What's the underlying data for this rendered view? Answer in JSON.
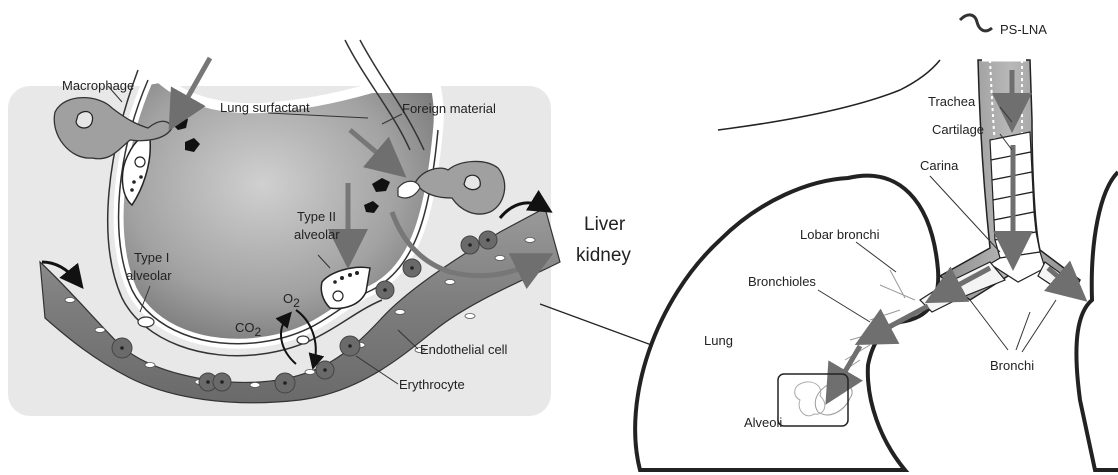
{
  "labels": {
    "macrophage": "Macrophage",
    "lung_surfactant": "Lung surfactant",
    "foreign_material": "Foreign material",
    "type_ii_line1": "Type II",
    "type_ii_line2": "alveolar",
    "type_i_line1": "Type I",
    "type_i_line2": "alveolar",
    "o2_main": "O",
    "o2_sub": "2",
    "co2_main": "CO",
    "co2_sub": "2",
    "endothelial_cell": "Endothelial cell",
    "erythrocyte": "Erythrocyte",
    "liver": "Liver",
    "kidney": "kidney",
    "ps_lna": "PS-LNA",
    "trachea": "Trachea",
    "cartilage": "Cartilage",
    "carina": "Carina",
    "lobar_bronchi": "Lobar bronchi",
    "bronchioles": "Bronchioles",
    "lung": "Lung",
    "bronchi": "Bronchi",
    "alveoli": "Alveoli"
  },
  "colors": {
    "panel_bg": "#e6e6e6",
    "alveolus_fill": "#9a9a9a",
    "vessel_fill": "#8c8c8c",
    "arrow_gray": "#777777",
    "line": "#222222"
  }
}
